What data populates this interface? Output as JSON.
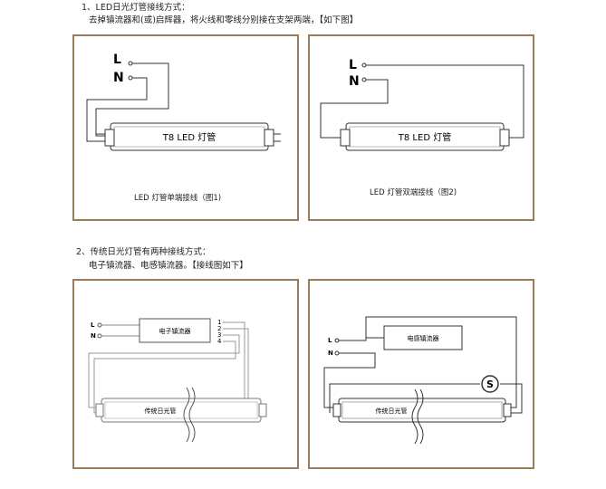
{
  "section1": {
    "title": "1、LED日光灯管接线方式：",
    "subtitle": "去掉镇流器和(或)启辉器，将火线和零线分别接在支架两端，【如下图】"
  },
  "diagram1": {
    "l_label": "L",
    "n_label": "N",
    "tube_label": "T8 LED 灯管",
    "caption": "LED 灯管单端接线（图1)"
  },
  "diagram2": {
    "l_label": "L",
    "n_label": "N",
    "tube_label": "T8 LED 灯管",
    "caption": "LED 灯管双端接线（图2)"
  },
  "section2": {
    "title": "2、传统日光灯管有两种接线方式：",
    "subtitle": "电子镇流器、电感镇流器。【接线图如下】"
  },
  "diagram3": {
    "l_label": "L",
    "n_label": "N",
    "ballast_label": "电子镇流器",
    "terminals": [
      "1",
      "2",
      "3",
      "4"
    ],
    "tube_label": "传统日光管"
  },
  "diagram4": {
    "l_label": "L",
    "n_label": "N",
    "ballast_label": "电感镇流器",
    "starter_label": "S",
    "tube_label": "传统日光管"
  }
}
